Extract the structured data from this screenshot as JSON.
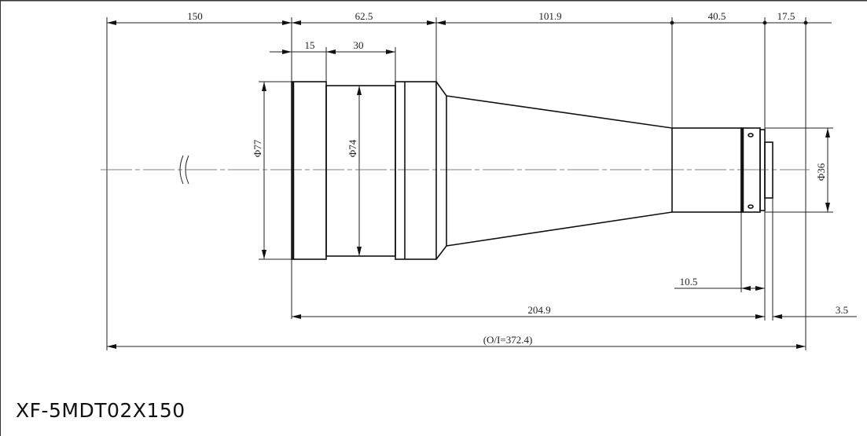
{
  "drawing": {
    "model": "XF-5MDT02X150",
    "dimensions": {
      "working_distance": "150",
      "front_length": "62.5",
      "cone_length": "101.9",
      "rear_body": "40.5",
      "flange_back": "17.5",
      "step_15": "15",
      "step_30": "30",
      "dia_front": "Φ77",
      "dia_mid": "Φ74",
      "dia_rear": "Φ36",
      "mount_depth": "10.5",
      "lens_length": "204.9",
      "thread": "3.5",
      "object_image": "(O/I=372.4)"
    }
  }
}
